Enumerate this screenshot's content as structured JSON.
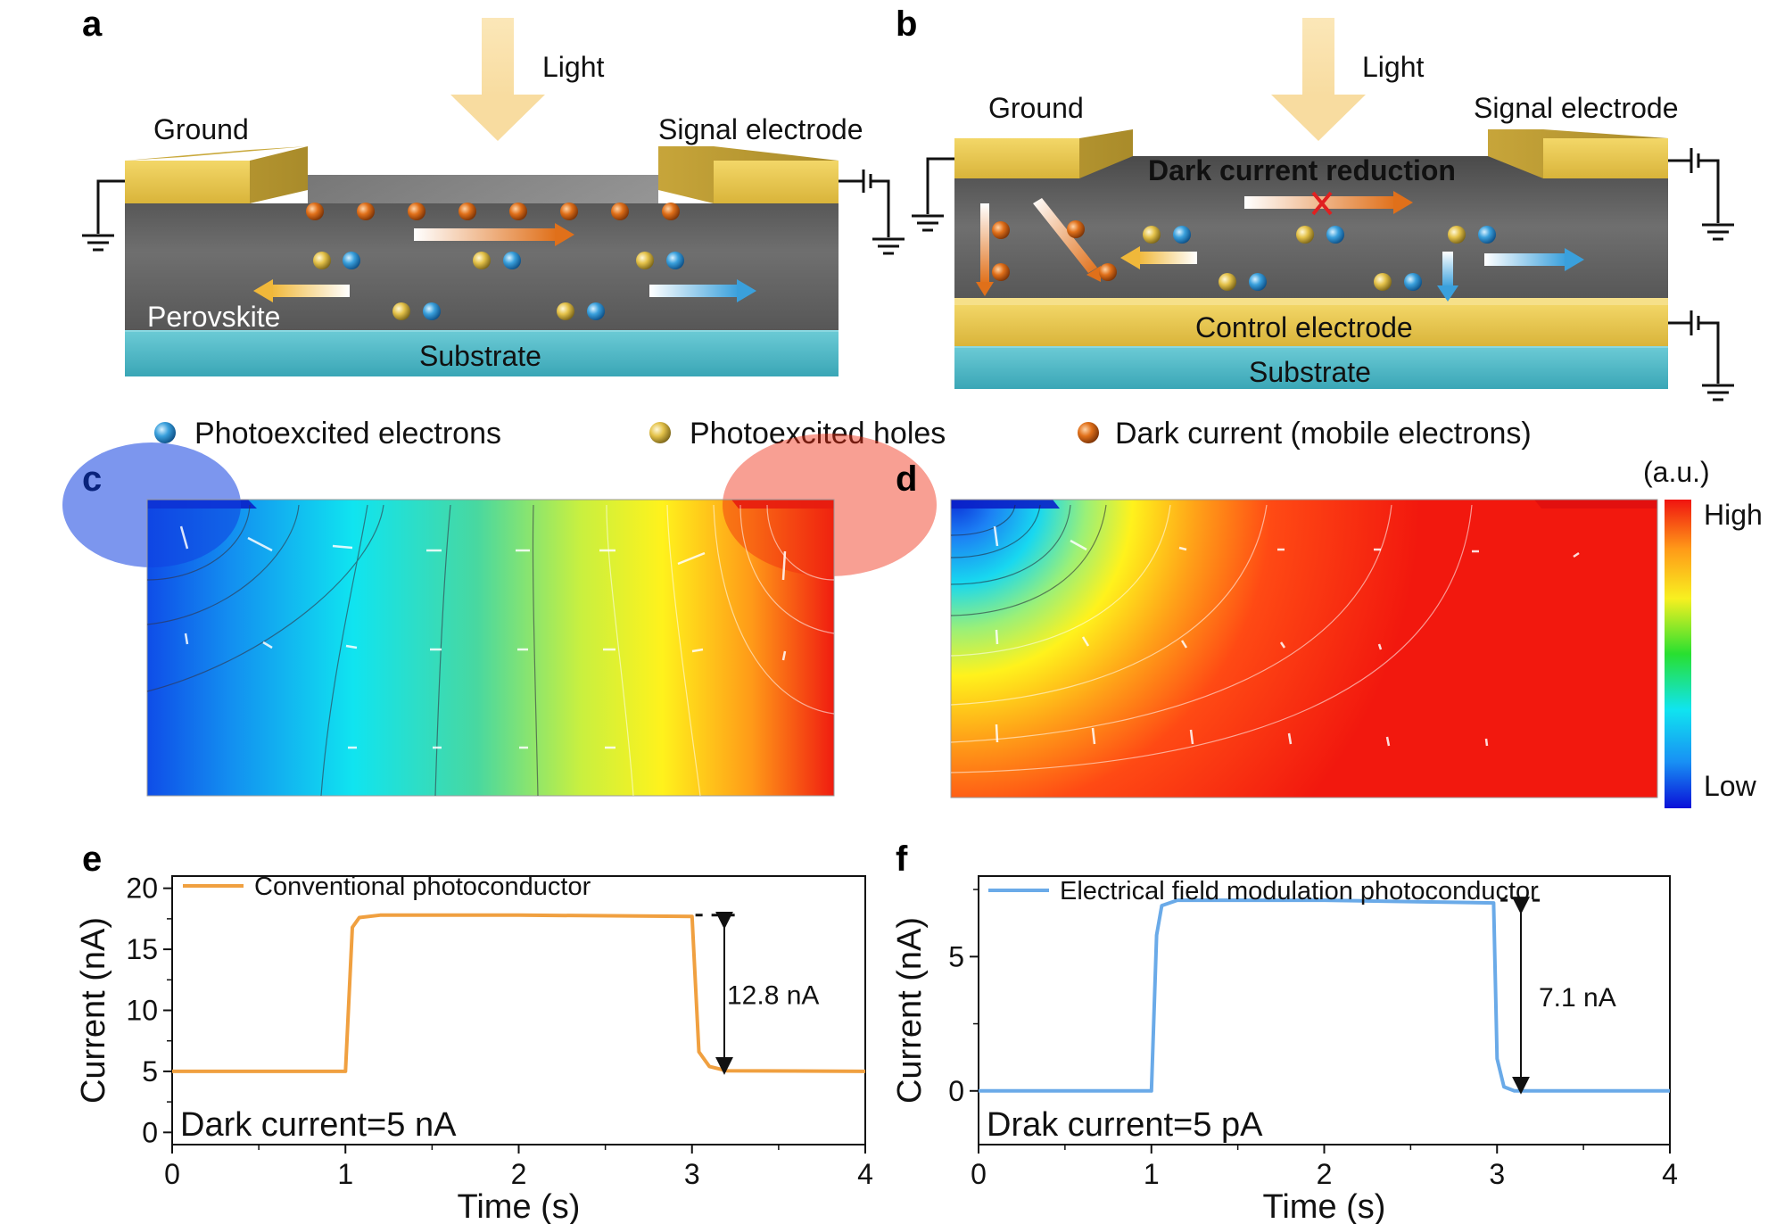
{
  "panels": {
    "a": "a",
    "b": "b",
    "c": "c",
    "d": "d",
    "e": "e",
    "f": "f"
  },
  "device_a": {
    "light": "Light",
    "ground": "Ground",
    "signal": "Signal electrode",
    "material": "Perovskite",
    "substrate": "Substrate"
  },
  "device_b": {
    "light": "Light",
    "ground": "Ground",
    "signal": "Signal electrode",
    "reduction": "Dark current reduction",
    "control": "Control electrode",
    "substrate": "Substrate"
  },
  "legend": {
    "electrons": "Photoexcited electrons",
    "holes": "Photoexcited holes",
    "dark": "Dark current (mobile electrons)"
  },
  "colorbar": {
    "unit": "(a.u.)",
    "high": "High",
    "low": "Low"
  },
  "colors": {
    "electron": "#3aa0dc",
    "hole": "#e4c24a",
    "dark_electron": "#e0701a",
    "gold": "#e9c84a",
    "perovskite": "#6b6b6b",
    "substrate": "#5bbfcc",
    "series_e": "#f0a040",
    "series_f": "#6aaae8"
  },
  "chart_data": [
    {
      "type": "line",
      "panel": "e",
      "xlabel": "Time (s)",
      "ylabel": "Current (nA)",
      "xlim": [
        0,
        4
      ],
      "ylim": [
        -1,
        21
      ],
      "xticks": [
        "0",
        "1",
        "2",
        "3",
        "4"
      ],
      "yticks": [
        "0",
        "5",
        "10",
        "15",
        "20"
      ],
      "series": [
        {
          "name": "Conventional photoconductor",
          "x": [
            0,
            1.0,
            1.04,
            1.08,
            1.2,
            2.0,
            3.0,
            3.04,
            3.1,
            3.2,
            4.0
          ],
          "y": [
            5.0,
            5.0,
            16.8,
            17.6,
            17.8,
            17.8,
            17.7,
            6.6,
            5.4,
            5.05,
            5.0
          ]
        }
      ],
      "annotation": "12.8 nA",
      "note": "Dark current=5 nA"
    },
    {
      "type": "line",
      "panel": "f",
      "xlabel": "Time (s)",
      "ylabel": "Current (nA)",
      "xlim": [
        0,
        4
      ],
      "ylim": [
        -2,
        8
      ],
      "xticks": [
        "0",
        "1",
        "2",
        "3",
        "4"
      ],
      "yticks": [
        "0",
        "5"
      ],
      "series": [
        {
          "name": "Electrical field modulation photoconductor",
          "x": [
            0,
            1.0,
            1.03,
            1.06,
            1.15,
            2.0,
            2.98,
            3.0,
            3.04,
            3.1,
            4.0
          ],
          "y": [
            0.0,
            0.0,
            5.8,
            6.9,
            7.1,
            7.1,
            7.0,
            1.2,
            0.15,
            0.0,
            0.0
          ]
        }
      ],
      "annotation": "7.1 nA",
      "note": "Drak current=5 pA"
    }
  ]
}
